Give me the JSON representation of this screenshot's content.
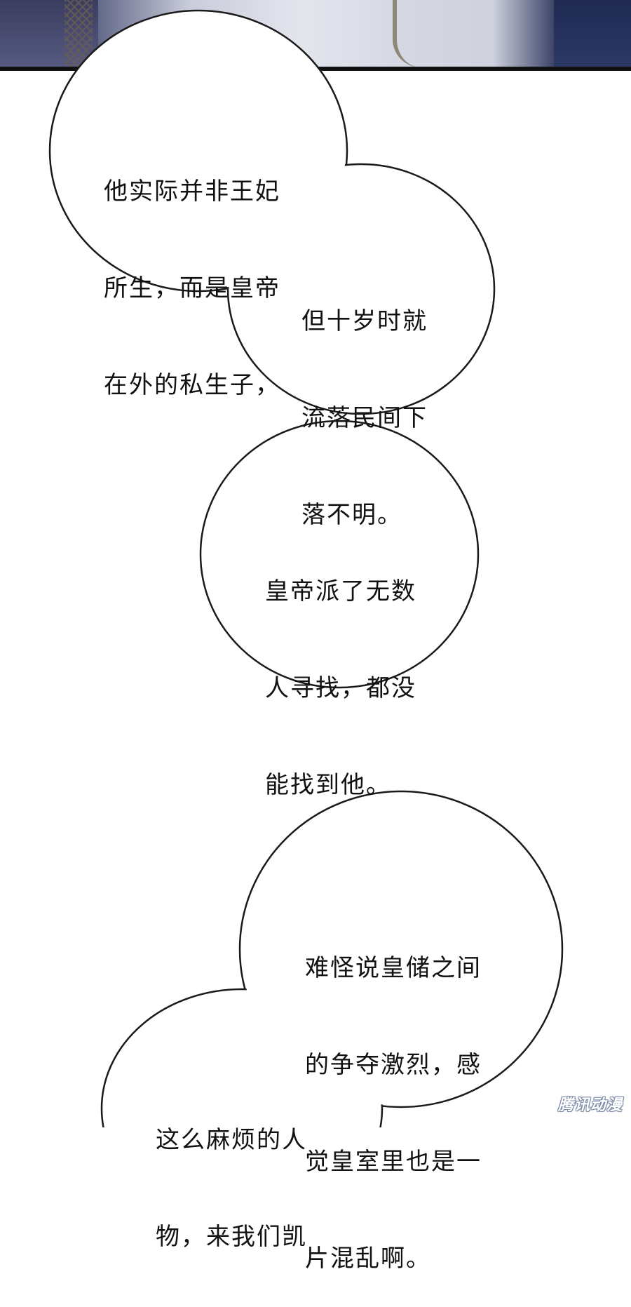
{
  "bubbles": {
    "b1": {
      "lines": [
        "他实际并非王妃",
        "所生，而是皇帝",
        "在外的私生子，"
      ]
    },
    "b2": {
      "lines": [
        "但十岁时就",
        "流落民间下",
        "落不明。"
      ]
    },
    "b3": {
      "lines": [
        "皇帝派了无数",
        "人寻找，都没",
        "能找到他。"
      ]
    },
    "b4": {
      "lines": [
        "难怪说皇储之间",
        "的争夺激烈，感",
        "觉皇室里也是一",
        "片混乱啊。"
      ]
    },
    "b5": {
      "lines": [
        "这么麻烦的人",
        "物，来我们凯"
      ]
    }
  },
  "watermark": "腾讯动漫"
}
